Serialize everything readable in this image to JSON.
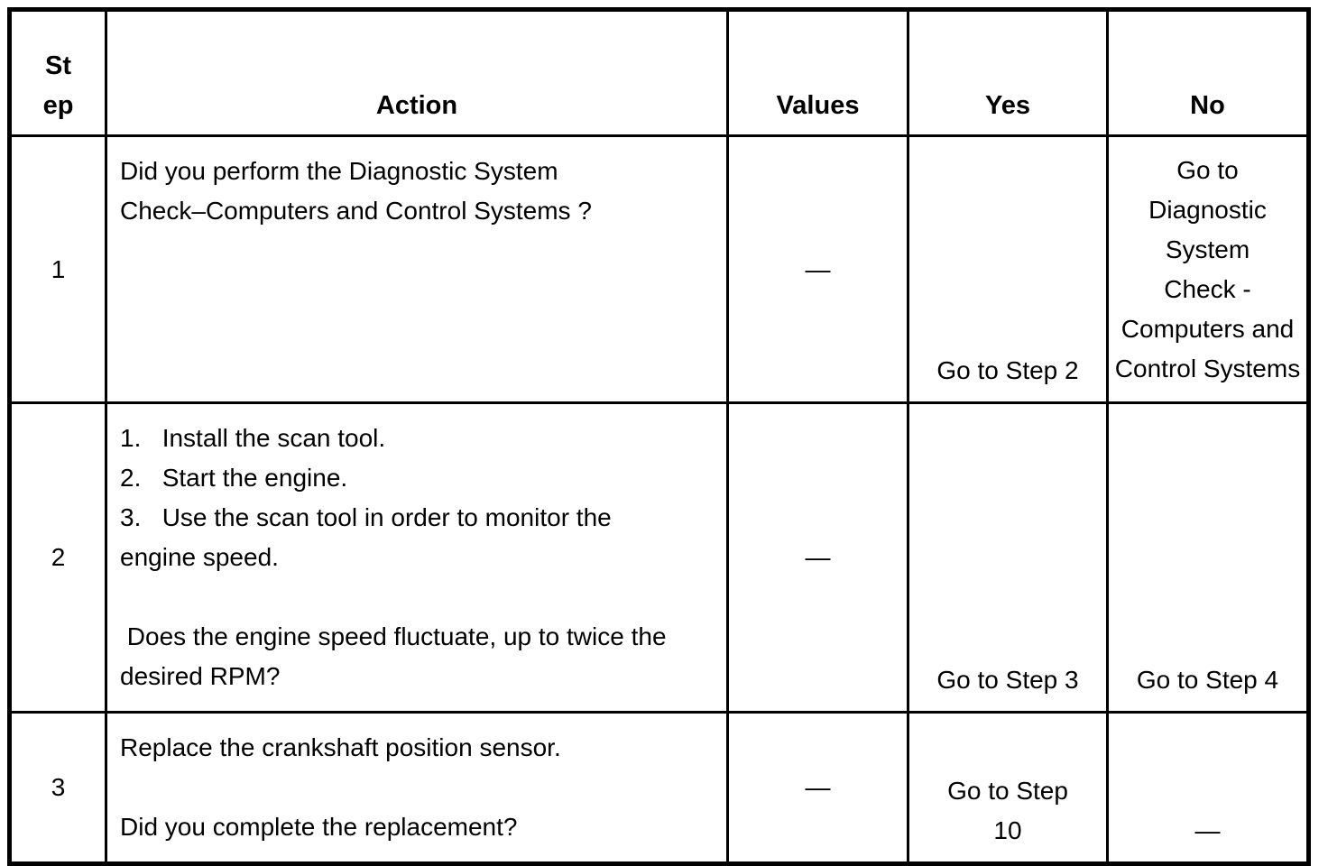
{
  "page": {
    "background_color": "#ffffff",
    "border_color": "#000000",
    "text_color": "#000000"
  },
  "table": {
    "columns": [
      {
        "key": "step",
        "label": "St\nep"
      },
      {
        "key": "action",
        "label": "Action"
      },
      {
        "key": "values",
        "label": "Values"
      },
      {
        "key": "yes",
        "label": "Yes"
      },
      {
        "key": "no",
        "label": "No"
      }
    ],
    "rows": [
      {
        "step": "1",
        "action": "Did you perform the Diagnostic System\nCheck–Computers and Control Systems ?",
        "values": "—",
        "yes": "Go to Step 2",
        "no": "Go to\nDiagnostic\nSystem\nCheck -\nComputers and\nControl Systems"
      },
      {
        "step": "2",
        "action": "1.   Install the scan tool.\n2.   Start the engine.\n3.   Use the scan tool in order to monitor the\nengine speed.\n\n Does the engine speed fluctuate, up to twice the\ndesired RPM?",
        "values": "—",
        "yes": "Go to Step 3",
        "no": "Go to Step 4"
      },
      {
        "step": "3",
        "action": "Replace the crankshaft position sensor.\n\nDid you complete the replacement?",
        "values": "—",
        "yes": "Go to Step\n10",
        "no": "—"
      }
    ]
  }
}
